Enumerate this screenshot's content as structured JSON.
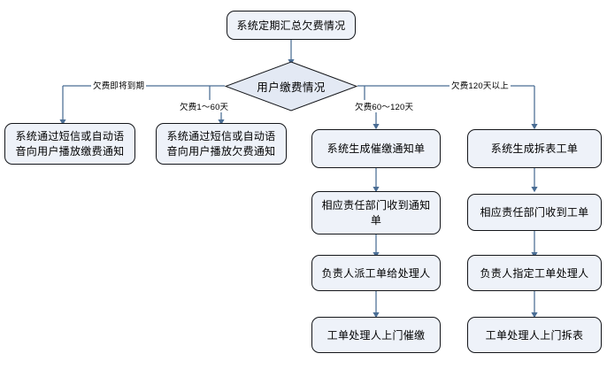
{
  "diagram": {
    "title_node": {
      "id": "start",
      "label": "系统定期汇总欠费情况"
    },
    "decision": {
      "id": "decision",
      "label": "用户缴费情况"
    },
    "edge_labels": [
      {
        "id": "edge-overdue-soon",
        "label": "欠费即将到期"
      },
      {
        "id": "edge-overdue-1-60",
        "label": "欠费1～60天"
      },
      {
        "id": "edge-overdue-60-120",
        "label": "欠费60～120天"
      },
      {
        "id": "edge-overdue-120-plus",
        "label": "欠费120天以上"
      }
    ],
    "branches": [
      {
        "id": "branch-soon",
        "nodes": [
          {
            "id": "soon-notify",
            "label": "系统通过短信或自动语音向用户播放缴费通知"
          }
        ]
      },
      {
        "id": "branch-1-60",
        "nodes": [
          {
            "id": "n160-notify",
            "label": "系统通过短信或自动语音向用户播放欠费通知"
          }
        ]
      },
      {
        "id": "branch-60-120",
        "nodes": [
          {
            "id": "n60120-generate",
            "label": "系统生成催缴通知单"
          },
          {
            "id": "n60120-receive",
            "label": "相应责任部门收到通知单"
          },
          {
            "id": "n60120-assign",
            "label": "负责人派工单给处理人"
          },
          {
            "id": "n60120-visit",
            "label": "工单处理人上门催缴"
          }
        ]
      },
      {
        "id": "branch-120-plus",
        "nodes": [
          {
            "id": "n120-generate",
            "label": "系统生成拆表工单"
          },
          {
            "id": "n120-receive",
            "label": "相应责任部门收到工单"
          },
          {
            "id": "n120-assign",
            "label": "负责人指定工单处理人"
          },
          {
            "id": "n120-visit",
            "label": "工单处理人上门拆表"
          }
        ]
      }
    ],
    "colors": {
      "node_fill": "#eef2f9",
      "node_border": "#14161a",
      "connector": "#4a6d94",
      "text": "#000000",
      "background": "#ffffff"
    }
  }
}
